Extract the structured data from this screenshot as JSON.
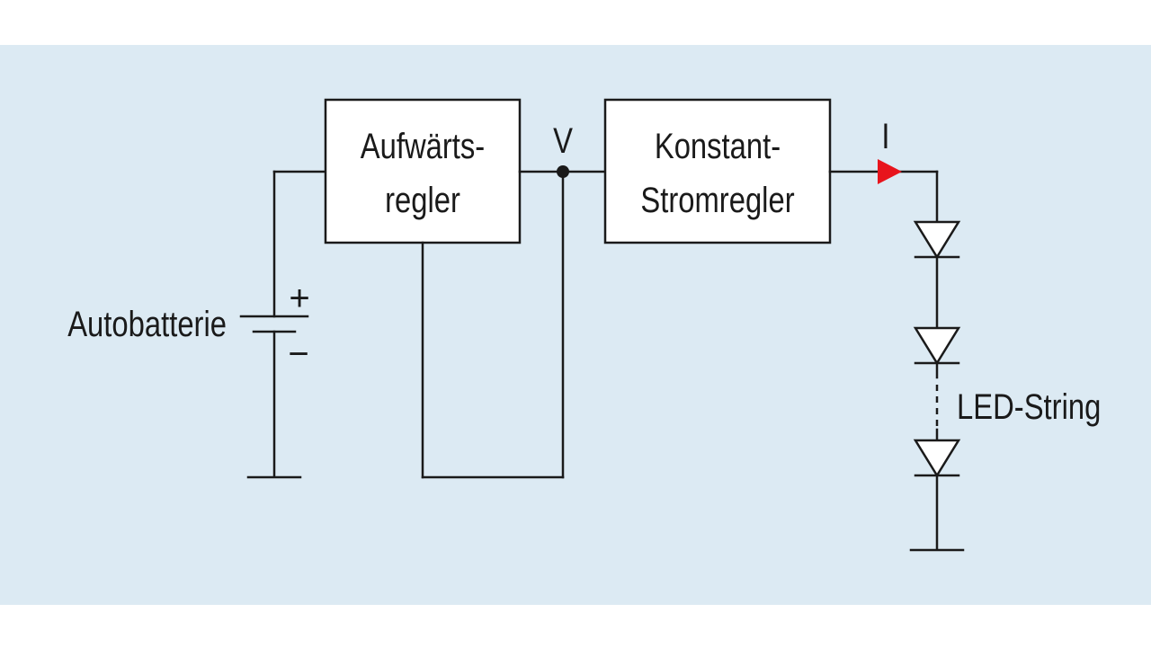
{
  "diagram": {
    "battery_label": "Autobatterie",
    "battery_plus": "+",
    "battery_minus": "−",
    "boost_line1": "Aufwärts-",
    "boost_line2": "regler",
    "voltage_label": "V",
    "cc_line1": "Konstant-",
    "cc_line2": "Stromregler",
    "current_label": "I",
    "led_label": "LED-String",
    "colors": {
      "background": "#ffffff",
      "panel": "#dceaf3",
      "line": "#1a1a1a",
      "current_arrow": "#e8141c"
    }
  }
}
